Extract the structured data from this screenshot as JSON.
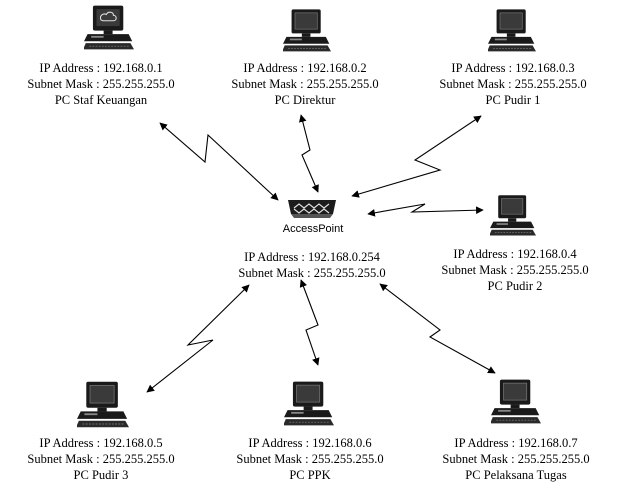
{
  "access_point": {
    "device_label": "AccessPoint",
    "ip": "IP Address : 192.168.0.254",
    "mask": "Subnet Mask : 255.255.255.0"
  },
  "nodes": [
    {
      "name": "PC Staf Keuangan",
      "ip": "IP Address : 192.168.0.1",
      "mask": "Subnet Mask : 255.255.255.0",
      "icon": "server-computer-icon"
    },
    {
      "name": "PC Direktur",
      "ip": "IP Address : 192.168.0.2",
      "mask": "Subnet Mask : 255.255.255.0",
      "icon": "computer-icon"
    },
    {
      "name": "PC Pudir 1",
      "ip": "IP Address : 192.168.0.3",
      "mask": "Subnet Mask : 255.255.255.0",
      "icon": "computer-icon"
    },
    {
      "name": "PC Pudir 2",
      "ip": "IP Address : 192.168.0.4",
      "mask": "Subnet Mask : 255.255.255.0",
      "icon": "computer-icon"
    },
    {
      "name": "PC Pudir 3",
      "ip": "IP Address : 192.168.0.5",
      "mask": "Subnet Mask : 255.255.255.0",
      "icon": "computer-icon"
    },
    {
      "name": "PC PPK",
      "ip": "IP Address : 192.168.0.6",
      "mask": "Subnet Mask : 255.255.255.0",
      "icon": "computer-icon"
    },
    {
      "name": "PC Pelaksana Tugas",
      "ip": "IP Address : 192.168.0.7",
      "mask": "Subnet Mask : 255.255.255.0",
      "icon": "computer-icon"
    }
  ]
}
